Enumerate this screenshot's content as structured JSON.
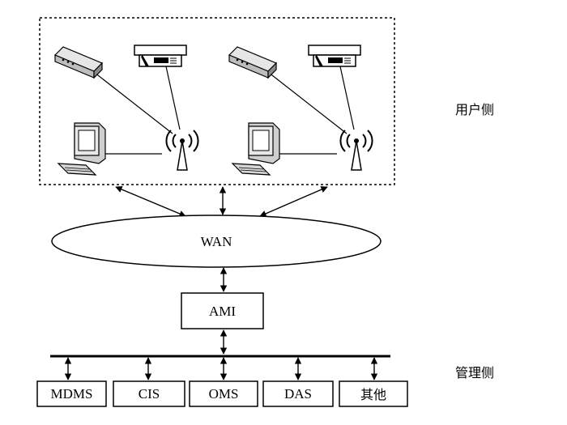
{
  "labels": {
    "user_side": "用户侧",
    "mgmt_side": "管理侧",
    "wan": "WAN",
    "ami": "AMI"
  },
  "systems": [
    "MDMS",
    "CIS",
    "OMS",
    "DAS",
    "其他"
  ],
  "devices": {
    "group_count": 2,
    "per_group": [
      "router-icon",
      "meter-icon",
      "computer-icon",
      "antenna-icon"
    ]
  },
  "colors": {
    "line": "#000000",
    "device_fill": "#d9d9d9",
    "device_dark": "#555555"
  }
}
